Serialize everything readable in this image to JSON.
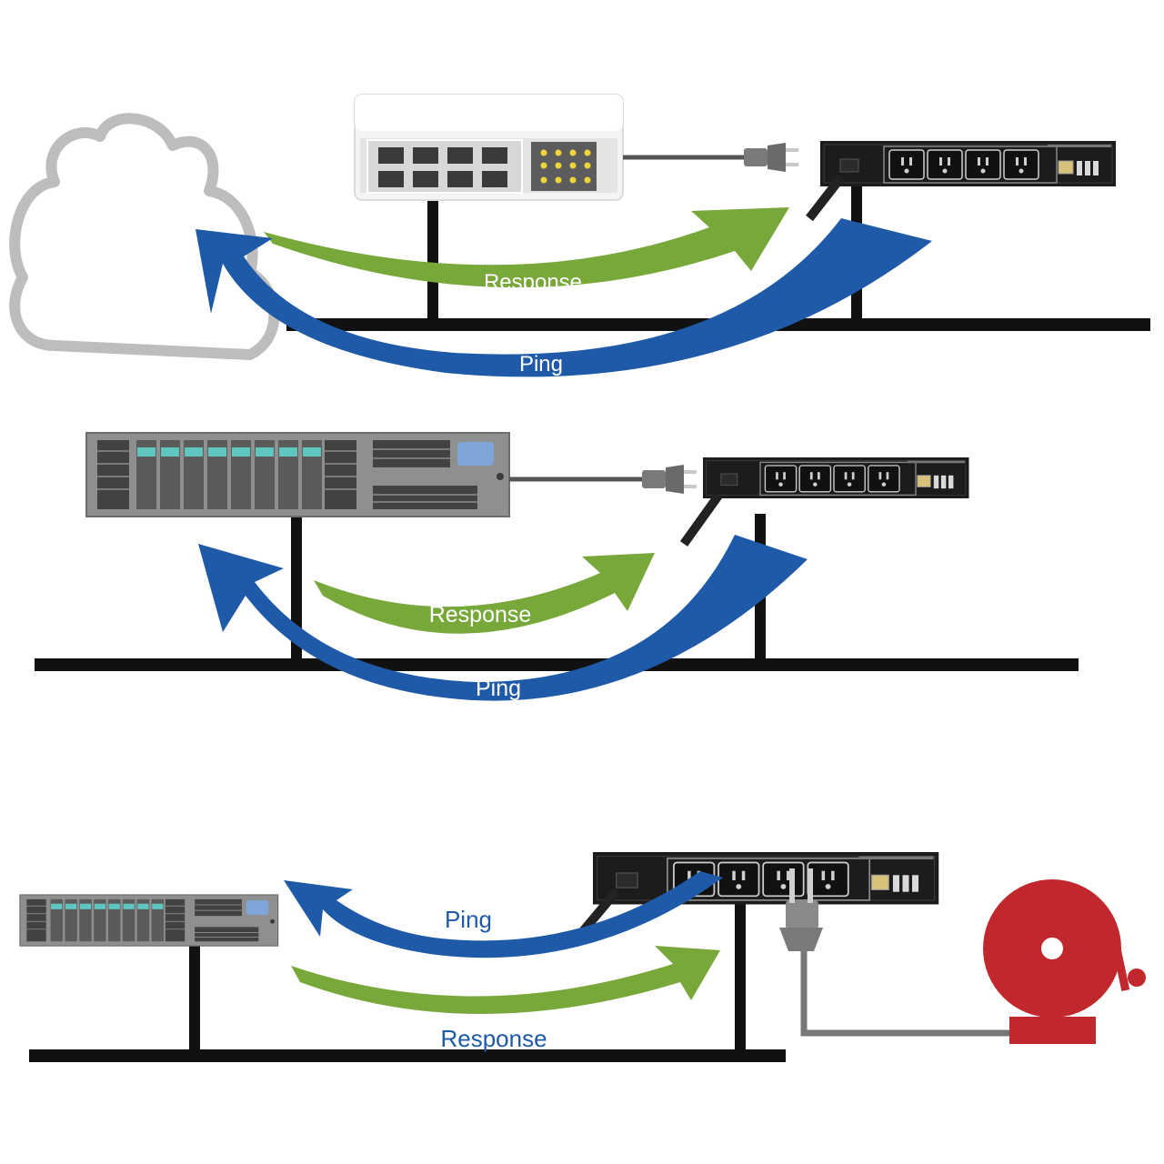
{
  "colors": {
    "ping_arrow": "#1f5aa8",
    "response_arrow": "#78a83a",
    "label_on_arrow": "#ffffff",
    "label_blue": "#1f5aa8",
    "network_line": "#111111",
    "pdu_body": "#1c1c1c",
    "server_body": "#8f8f8f",
    "server_drive_accent": "#5fc6c0",
    "switch_body": "#f2f2f2",
    "cloud_fill": "#ffffff",
    "cloud_outline": "#bdbdbd",
    "alarm_bell": "#c0282d"
  },
  "scenes": [
    {
      "ping_label": "Ping",
      "response_label": "Response",
      "devices": [
        "cloud-icon",
        "network-switch-icon",
        "power-plug-icon",
        "pdu-icon"
      ]
    },
    {
      "ping_label": "Ping",
      "response_label": "Response",
      "devices": [
        "server-icon",
        "power-plug-icon",
        "pdu-icon"
      ]
    },
    {
      "ping_label": "Ping",
      "response_label": "Response",
      "devices": [
        "server-icon",
        "pdu-icon",
        "power-plug-icon",
        "alarm-bell-icon"
      ]
    }
  ]
}
